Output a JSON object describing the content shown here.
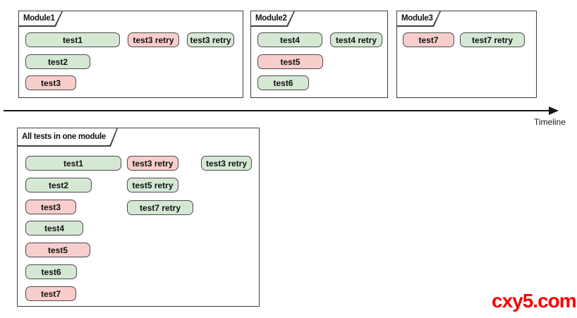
{
  "colors": {
    "pass_fill": "#d5e8d4",
    "fail_fill": "#f8cecc",
    "box_border": "#4a4a4a",
    "frame_border": "#3f3f3f",
    "text": "#111111",
    "watermark": "#f70000"
  },
  "modules": [
    {
      "label": "Module1",
      "tests": [
        {
          "label": "test1",
          "status": "pass"
        },
        {
          "label": "test3 retry",
          "status": "fail"
        },
        {
          "label": "test3 retry",
          "status": "pass"
        },
        {
          "label": "test2",
          "status": "pass"
        },
        {
          "label": "test3",
          "status": "fail"
        }
      ]
    },
    {
      "label": "Module2",
      "tests": [
        {
          "label": "test4",
          "status": "pass"
        },
        {
          "label": "test4 retry",
          "status": "pass"
        },
        {
          "label": "test5",
          "status": "fail"
        },
        {
          "label": "test6",
          "status": "pass"
        }
      ]
    },
    {
      "label": "Module3",
      "tests": [
        {
          "label": "test7",
          "status": "fail"
        },
        {
          "label": "test7 retry",
          "status": "pass"
        }
      ]
    }
  ],
  "timeline": {
    "label": "Timeline"
  },
  "combined": {
    "label": "All tests in one module",
    "tests": [
      {
        "label": "test1",
        "status": "pass"
      },
      {
        "label": "test3 retry",
        "status": "fail"
      },
      {
        "label": "test3 retry",
        "status": "pass"
      },
      {
        "label": "test2",
        "status": "pass"
      },
      {
        "label": "test5 retry",
        "status": "pass"
      },
      {
        "label": "test3",
        "status": "fail"
      },
      {
        "label": "test7 retry",
        "status": "pass"
      },
      {
        "label": "test4",
        "status": "pass"
      },
      {
        "label": "test5",
        "status": "fail"
      },
      {
        "label": "test6",
        "status": "pass"
      },
      {
        "label": "test7",
        "status": "fail"
      }
    ]
  },
  "watermark": {
    "text": "cxy5.com"
  }
}
